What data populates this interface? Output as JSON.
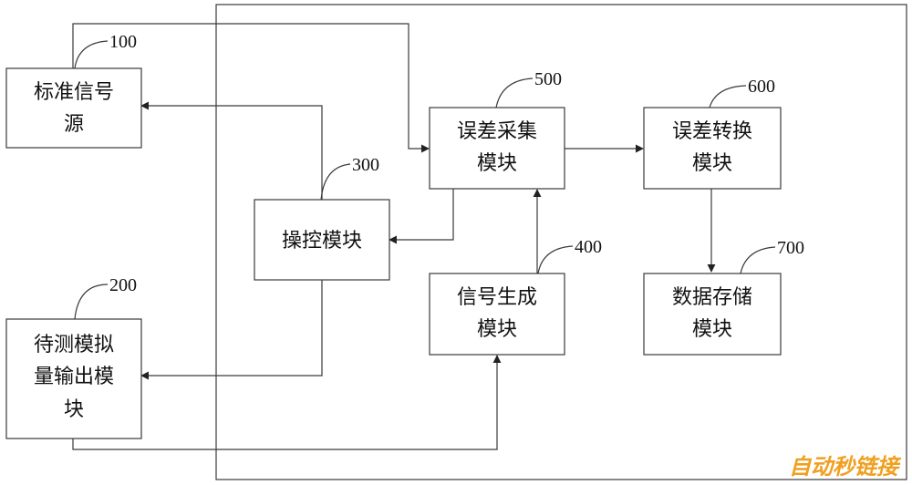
{
  "modules": {
    "m100": {
      "ref": "100",
      "line1": "标准信号",
      "line2": "源",
      "line3": ""
    },
    "m200": {
      "ref": "200",
      "line1": "待测模拟",
      "line2": "量输出模",
      "line3": "块"
    },
    "m300": {
      "ref": "300",
      "line1": "操控模块",
      "line2": "",
      "line3": ""
    },
    "m400": {
      "ref": "400",
      "line1": "信号生成",
      "line2": "模块",
      "line3": ""
    },
    "m500": {
      "ref": "500",
      "line1": "误差采集",
      "line2": "模块",
      "line3": ""
    },
    "m600": {
      "ref": "600",
      "line1": "误差转换",
      "line2": "模块",
      "line3": ""
    },
    "m700": {
      "ref": "700",
      "line1": "数据存储",
      "line2": "模块",
      "line3": ""
    }
  },
  "watermark": {
    "text": "自动秒链接",
    "color": "#f0a020"
  }
}
